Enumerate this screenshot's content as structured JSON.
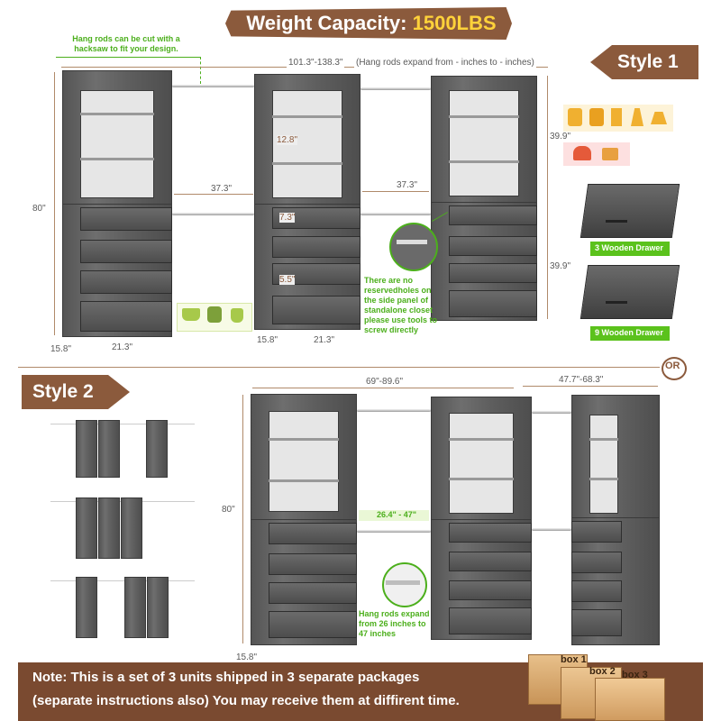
{
  "header": {
    "label": "Weight Capacity:",
    "value": "1500LBS"
  },
  "hang_rod_note": "Hang rods can be cut with a hacksaw to fit your design.",
  "style1": {
    "label": "Style 1",
    "total_width": "101.3\"-138.3\"",
    "expand_note": "(Hang rods expand from - inches to - inches)",
    "height": "80\"",
    "top_height": "39.9\"",
    "bottom_height": "39.9\"",
    "rod_span_left": "37.3\"",
    "rod_span_right": "37.3\"",
    "shelf_gap": "12.8\"",
    "drawer_gap_top": "7.3\"",
    "drawer_gap_bottom": "5.5\"",
    "depth_left": "15.8\"",
    "width_left": "21.3\"",
    "depth_mid": "15.8\"",
    "width_mid": "21.3\"",
    "holes_note": "There are no reservedholes on the side panel of standalone closet please use tools to screw directly",
    "drawer_3_label": "3 Wooden Drawer",
    "drawer_9_label": "9 Wooden Drawer"
  },
  "or_label": "OR",
  "style2": {
    "label": "Style 2",
    "width_a": "69\"-89.6\"",
    "width_b": "47.7\"-68.3\"",
    "height": "80\"",
    "rod_span": "26.4\" - 47\"",
    "rod_note": "Hang rods expand from 26 inches to 47 inches",
    "depth": "15.8\""
  },
  "footer": {
    "note_line1": "Note: This is a set of 3 units shipped in 3 separate packages",
    "note_line2": "(separate instructions also) You may receive them at diffirent time.",
    "box1": "box 1",
    "box2": "box 2",
    "box3": "box 3"
  },
  "colors": {
    "brown": "#8b5a3c",
    "green": "#4caf1c",
    "orange_text": "#ffd23a",
    "footer_bg": "#7a4a30"
  }
}
